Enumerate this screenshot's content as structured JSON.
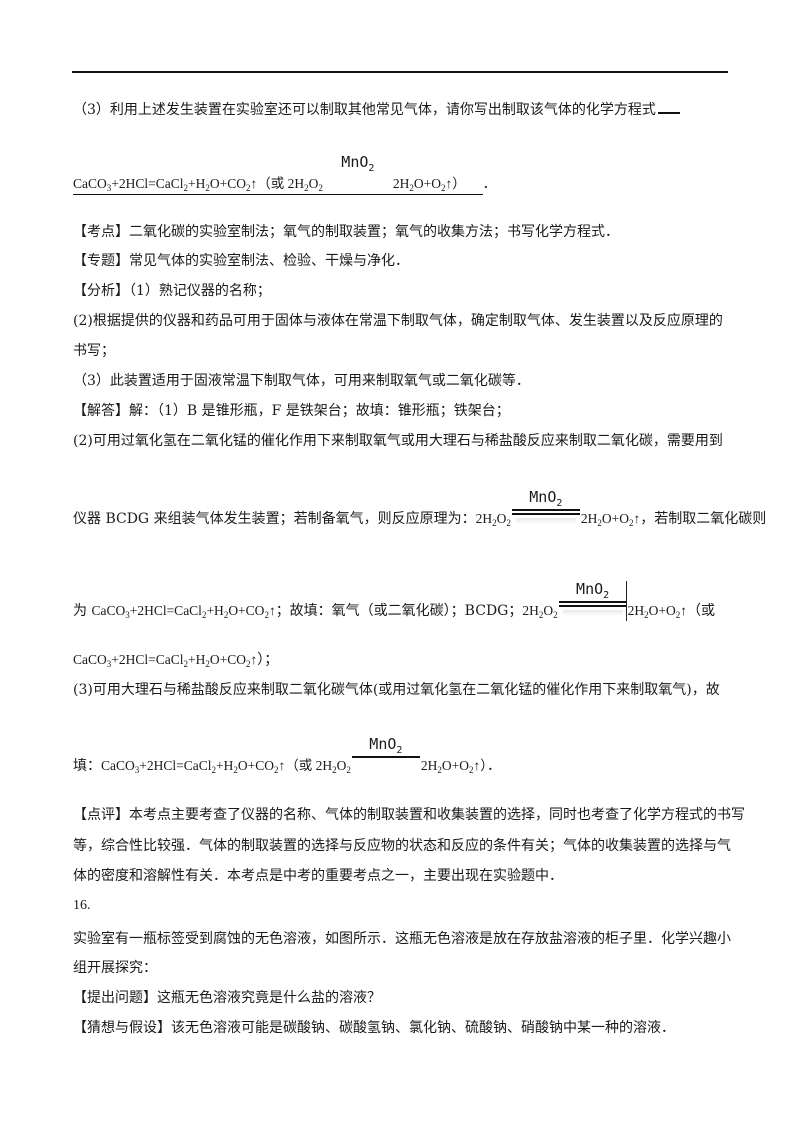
{
  "lines": {
    "q3_prompt": "（3）利用上述发生装置在实验室还可以制取其他常见气体，请你写出制取该气体的化学方程式",
    "kaodian_tag": "【考点】",
    "kaodian_text": "二氧化碳的实验室制法；氧气的制取装置；氧气的收集方法；书写化学方程式．",
    "zhuanti_tag": "【专题】",
    "zhuanti_text": "常见气体的实验室制法、检验、干燥与净化．",
    "fenxi_tag": "【分析】",
    "fenxi_text": "（1）熟记仪器的名称；",
    "fenxi_2a": "(2)根据提供的仪器和药品可用于固体与液体在常温下制取气体，确定制取气体、发生装置以及反应原理的",
    "fenxi_2b": "书写；",
    "fenxi_3": "（3）此装置适用于固液常温下制取气体，可用来制取氧气或二氧化碳等．",
    "jieda_tag": "【解答】",
    "jieda_text": "解：（1）B 是锥形瓶，F 是铁架台；故填：锥形瓶；铁架台；",
    "jieda_2a": "(2)可用过氧化氢在二氧化锰的催化作用下来制取氧气或用大理石与稀盐酸反应来制取二氧化碳，需要用到",
    "jieda_2b_pre": "仪器 BCDG 来组装气体发生装置；若制备氧气，则反应原理为：",
    "jieda_2b_post": "，若制取二氧化碳则",
    "jieda_2c_pre": "为 ",
    "jieda_2c_mid": "；故填：氧气（或二氧化碳）；BCDG；",
    "jieda_2c_post": "（或",
    "jieda_2d_post": "）；",
    "jieda_3a": "(3)可用大理石与稀盐酸反应来制取二氧化碳气体(或用过氧化氢在二氧化锰的催化作用下来制取氧气)，故",
    "jieda_3b_pre": "填：",
    "jieda_3b_post": "．",
    "dianping_tag": "【点评】",
    "dianping_a": "本考点主要考查了仪器的名称、气体的制取装置和收集装置的选择，同时也考查了化学方程式的书写",
    "dianping_b": "等，综合性比较强．气体的制取装置的选择与反应物的状态和反应的条件有关；气体的收集装置的选择与气",
    "dianping_c": "体的密度和溶解性有关．本考点是中考的重要考点之一，主要出现在实验题中．",
    "q16_num": "16.",
    "q16_a": "实验室有一瓶标签受到腐蚀的无色溶液，如图所示．这瓶无色溶液是放在存放盐溶液的柜子里．化学兴趣小",
    "q16_b": "组开展探究：",
    "tiwen_tag": "【提出问题】",
    "tiwen_text": "这瓶无色溶液究竟是什么盐的溶液？",
    "caixiang_tag": "【猜想与假设】",
    "caixiang_text": "该无色溶液可能是碳酸钠、碳酸氢钠、氯化钠、硫酸钠、硝酸钠中某一种的溶液．"
  },
  "equations": {
    "caco3_hcl": "CaCO3+2HCl=CaCl2+H2O+CO2↑",
    "h2o2_left": "2H2O2",
    "h2o2_right": "2H2O+O2↑",
    "catalyst": "MnO2",
    "or_open": "（或 ",
    "close_paren": "）",
    "period": "．"
  }
}
